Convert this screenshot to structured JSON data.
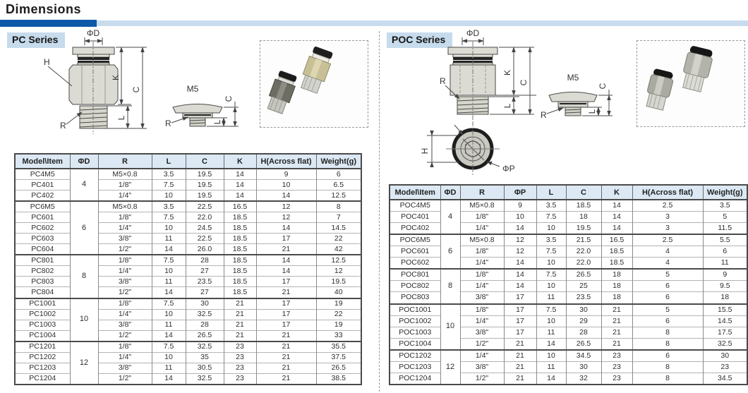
{
  "page": {
    "title": "Dimensions"
  },
  "colors": {
    "accent_dark_blue": "#0d59a8",
    "accent_light_blue": "#c9dcee",
    "series_label_bg": "#c6dbec",
    "table_header_bg": "#dce9f4"
  },
  "pc": {
    "series_label": "PC Series",
    "diagram_labels": {
      "d": "ΦD",
      "h": "H",
      "k": "K",
      "c": "C",
      "l": "L",
      "r": "R",
      "m5": "M5",
      "m5_c": "C",
      "m5_l": "L",
      "m5_r": "R"
    },
    "table": {
      "headers": [
        "Model\\Item",
        "ΦD",
        "R",
        "L",
        "C",
        "K",
        "H(Across flat)",
        "Weight(g)"
      ],
      "groups": [
        {
          "d": "4",
          "rows": [
            [
              "PC4M5",
              "M5×0.8",
              "3.5",
              "19.5",
              "14",
              "9",
              "6"
            ],
            [
              "PC401",
              "1/8\"",
              "7.5",
              "19.5",
              "14",
              "10",
              "6.5"
            ],
            [
              "PC402",
              "1/4\"",
              "10",
              "19.5",
              "14",
              "14",
              "12.5"
            ]
          ]
        },
        {
          "d": "6",
          "rows": [
            [
              "PC6M5",
              "M5×0.8",
              "3.5",
              "22.5",
              "16.5",
              "12",
              "8"
            ],
            [
              "PC601",
              "1/8\"",
              "7.5",
              "22.0",
              "18.5",
              "12",
              "7"
            ],
            [
              "PC602",
              "1/4\"",
              "10",
              "24.5",
              "18.5",
              "14",
              "14.5"
            ],
            [
              "PC603",
              "3/8\"",
              "11",
              "22.5",
              "18.5",
              "17",
              "22"
            ],
            [
              "PC604",
              "1/2\"",
              "14",
              "26.0",
              "18.5",
              "21",
              "42"
            ]
          ]
        },
        {
          "d": "8",
          "rows": [
            [
              "PC801",
              "1/8\"",
              "7.5",
              "28",
              "18.5",
              "14",
              "12.5"
            ],
            [
              "PC802",
              "1/4\"",
              "10",
              "27",
              "18.5",
              "14",
              "12"
            ],
            [
              "PC803",
              "3/8\"",
              "11",
              "23.5",
              "18.5",
              "17",
              "19.5"
            ],
            [
              "PC804",
              "1/2\"",
              "14",
              "27",
              "18.5",
              "21",
              "40"
            ]
          ]
        },
        {
          "d": "10",
          "rows": [
            [
              "PC1001",
              "1/8\"",
              "7.5",
              "30",
              "21",
              "17",
              "19"
            ],
            [
              "PC1002",
              "1/4\"",
              "10",
              "32.5",
              "21",
              "17",
              "22"
            ],
            [
              "PC1003",
              "3/8\"",
              "11",
              "28",
              "21",
              "17",
              "19"
            ],
            [
              "PC1004",
              "1/2\"",
              "14",
              "26.5",
              "21",
              "21",
              "33"
            ]
          ]
        },
        {
          "d": "12",
          "rows": [
            [
              "PC1201",
              "1/8\"",
              "7.5",
              "32.5",
              "23",
              "21",
              "35.5"
            ],
            [
              "PC1202",
              "1/4\"",
              "10",
              "35",
              "23",
              "21",
              "37.5"
            ],
            [
              "PC1203",
              "3/8\"",
              "11",
              "30.5",
              "23",
              "21",
              "26.5"
            ],
            [
              "PC1204",
              "1/2\"",
              "14",
              "32.5",
              "23",
              "21",
              "38.5"
            ]
          ]
        }
      ]
    }
  },
  "poc": {
    "series_label": "POC Series",
    "diagram_labels": {
      "d": "ΦD",
      "h": "H",
      "k": "K",
      "c": "C",
      "l": "L",
      "r": "R",
      "m5": "M5",
      "p": "ΦP",
      "m5_c": "C",
      "m5_l": "L",
      "m5_r": "R"
    },
    "table": {
      "headers": [
        "Model\\Item",
        "ΦD",
        "R",
        "ΦP",
        "L",
        "C",
        "K",
        "H(Across flat)",
        "Weight(g)"
      ],
      "groups": [
        {
          "d": "4",
          "rows": [
            [
              "POC4M5",
              "M5×0.8",
              "9",
              "3.5",
              "18.5",
              "14",
              "2.5",
              "3.5"
            ],
            [
              "POC401",
              "1/8\"",
              "10",
              "7.5",
              "18",
              "14",
              "3",
              "5"
            ],
            [
              "POC402",
              "1/4\"",
              "14",
              "10",
              "19.5",
              "14",
              "3",
              "11.5"
            ]
          ]
        },
        {
          "d": "6",
          "rows": [
            [
              "POC6M5",
              "M5×0.8",
              "12",
              "3.5",
              "21.5",
              "16.5",
              "2.5",
              "5.5"
            ],
            [
              "POC601",
              "1/8\"",
              "12",
              "7.5",
              "22.0",
              "18.5",
              "4",
              "6"
            ],
            [
              "POC602",
              "1/4\"",
              "14",
              "10",
              "22.0",
              "18.5",
              "4",
              "11"
            ]
          ]
        },
        {
          "d": "8",
          "rows": [
            [
              "POC801",
              "1/8\"",
              "14",
              "7.5",
              "26.5",
              "18",
              "5",
              "9"
            ],
            [
              "POC802",
              "1/4\"",
              "14",
              "10",
              "25",
              "18",
              "6",
              "9.5"
            ],
            [
              "POC803",
              "3/8\"",
              "17",
              "11",
              "23.5",
              "18",
              "6",
              "18"
            ]
          ]
        },
        {
          "d": "10",
          "rows": [
            [
              "POC1001",
              "1/8\"",
              "17",
              "7.5",
              "30",
              "21",
              "5",
              "15.5"
            ],
            [
              "POC1002",
              "1/4\"",
              "17",
              "10",
              "29",
              "21",
              "6",
              "14.5"
            ],
            [
              "POC1003",
              "3/8\"",
              "17",
              "11",
              "28",
              "21",
              "8",
              "17.5"
            ],
            [
              "POC1004",
              "1/2\"",
              "21",
              "14",
              "26.5",
              "21",
              "8",
              "32.5"
            ]
          ]
        },
        {
          "d": "12",
          "rows": [
            [
              "POC1202",
              "1/4\"",
              "21",
              "10",
              "34.5",
              "23",
              "6",
              "30"
            ],
            [
              "POC1203",
              "3/8\"",
              "21",
              "11",
              "30",
              "23",
              "8",
              "23"
            ],
            [
              "POC1204",
              "1/2\"",
              "21",
              "14",
              "32",
              "23",
              "8",
              "34.5"
            ]
          ]
        }
      ]
    }
  }
}
